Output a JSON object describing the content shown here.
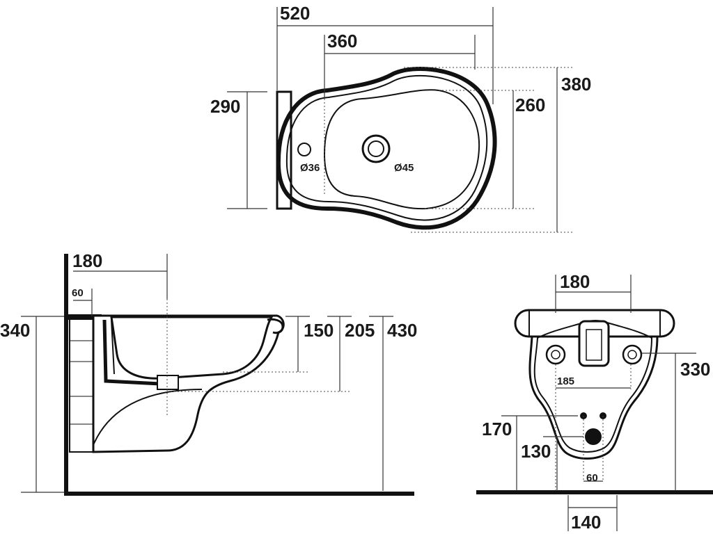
{
  "top_view": {
    "overall_width": "520",
    "basin_width": "360",
    "overall_depth": "380",
    "basin_depth": "260",
    "back_height": "290",
    "tap_hole": "Ø36",
    "drain_hole": "Ø45"
  },
  "side_view": {
    "axis_offset": "180",
    "wall_offset": "60",
    "mount_height": "340",
    "basin_depth": "150",
    "body_depth": "205",
    "total_height": "430"
  },
  "rear_view": {
    "width": "180",
    "fixing_spacing": "185",
    "fixing_height": "330",
    "supply_height": "170",
    "drain_height": "130",
    "supply_spacing": "60",
    "drain_offset": "140"
  }
}
